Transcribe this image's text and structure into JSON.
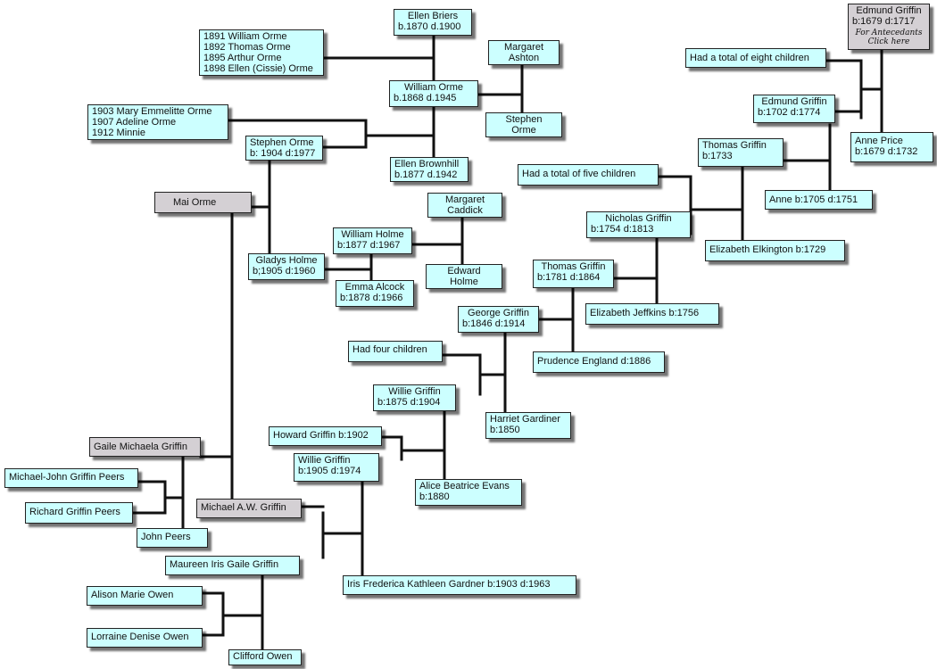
{
  "nodes": {
    "orme_children": [
      "1891 William Orme",
      "1892 Thomas Orme",
      "1895 Arthur Orme",
      "1898 Ellen (Cissie) Orme"
    ],
    "ellen_briers": [
      "Ellen Briers",
      "b.1870 d.1900"
    ],
    "margaret_ashton": [
      "Margaret",
      "Ashton"
    ],
    "william_orme": [
      "William Orme",
      "b.1868 d.1945"
    ],
    "stephen_orme_sr": [
      "Stephen",
      "Orme"
    ],
    "orme_daughters": [
      "1903 Mary Emmelitte Orme",
      "1907 Adeline Orme",
      "1912 Minnie"
    ],
    "stephen_orme": [
      "Stephen Orme",
      "b: 1904 d:1977"
    ],
    "ellen_brownhill": [
      "Ellen Brownhill",
      "b.1877 d.1942"
    ],
    "mai_orme": "Mai Orme",
    "margaret_caddick": [
      "Margaret",
      "Caddick"
    ],
    "william_holme": [
      "William Holme",
      "b:1877 d:1967"
    ],
    "gladys_holme": [
      "Gladys Holme",
      "b;1905 d:1960"
    ],
    "edward_holme": [
      "Edward",
      "Holme"
    ],
    "emma_alcock": [
      "Emma Alcock",
      "b:1878 d:1966"
    ],
    "edmund_griffin_1679": [
      "Edmund Griffin",
      "b:1679 d:1717"
    ],
    "antecedants": [
      "For Antecedants",
      "Click here"
    ],
    "eight_children": "Had a total of eight children",
    "edmund_griffin_1702": [
      "Edmund Griffin",
      "b:1702 d:1774"
    ],
    "anne_price": [
      "Anne Price",
      "b:1679 d:1732"
    ],
    "thomas_griffin_1733": [
      "Thomas Griffin",
      "b:1733"
    ],
    "five_children": "Had a total of five children",
    "anne_1705": "Anne b:1705 d:1751",
    "nicholas_griffin": [
      "Nicholas Griffin",
      "b:1754 d:1813"
    ],
    "elizabeth_elkington": "Elizabeth Elkington b:1729",
    "thomas_griffin_1781": [
      "Thomas Griffin",
      "b:1781 d:1864"
    ],
    "george_griffin": [
      "George Griffin",
      "b:1846 d:1914"
    ],
    "elizabeth_jeffkins": "Elizabeth Jeffkins b:1756",
    "four_children": "Had four children",
    "prudence_england": "Prudence England d:1886",
    "willie_griffin_1875": [
      "Willie Griffin",
      "b:1875 d:1904"
    ],
    "harriet_gardiner": [
      "Harriet Gardiner",
      "b:1850"
    ],
    "howard_griffin": "Howard Griffin b:1902",
    "willie_griffin_1905": [
      "Willie Griffin",
      "b:1905 d:1974"
    ],
    "gaile_michaela": "Gaile Michaela Griffin",
    "alice_evans": [
      "Alice Beatrice Evans",
      "b:1880"
    ],
    "michael_john": "Michael-John Griffin Peers",
    "michael_aw": "Michael A.W. Griffin",
    "richard_peers": "Richard Griffin Peers",
    "john_peers": "John Peers",
    "maureen": "Maureen Iris Gaile Griffin",
    "iris_gardner": "Iris Frederica Kathleen Gardner b:1903 d:1963",
    "alison": "Alison Marie Owen",
    "lorraine": "Lorraine Denise Owen",
    "clifford": "Clifford Owen"
  }
}
